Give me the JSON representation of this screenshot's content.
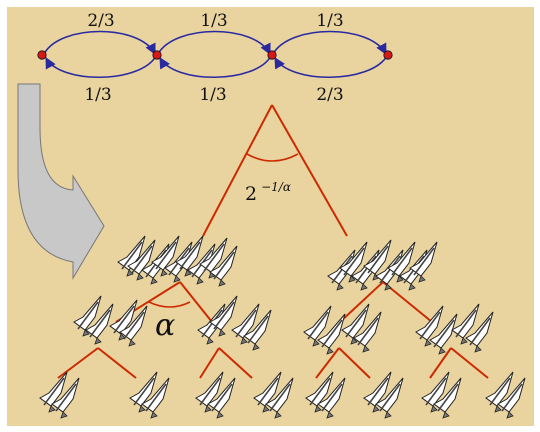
{
  "colors": {
    "background": "#e9d39f",
    "arc": "#2a2aa0",
    "node_fill": "#d81818",
    "tree": "#cc2a00",
    "arrow_fill": "#c8c8c8"
  },
  "chain": {
    "top_labels": [
      "2/3",
      "1/3",
      "1/3"
    ],
    "bottom_labels": [
      "1/3",
      "1/3",
      "2/3"
    ]
  },
  "tree": {
    "root_angle": {
      "base": "2",
      "exponent": "−1/α"
    },
    "branch_angle": "α"
  }
}
